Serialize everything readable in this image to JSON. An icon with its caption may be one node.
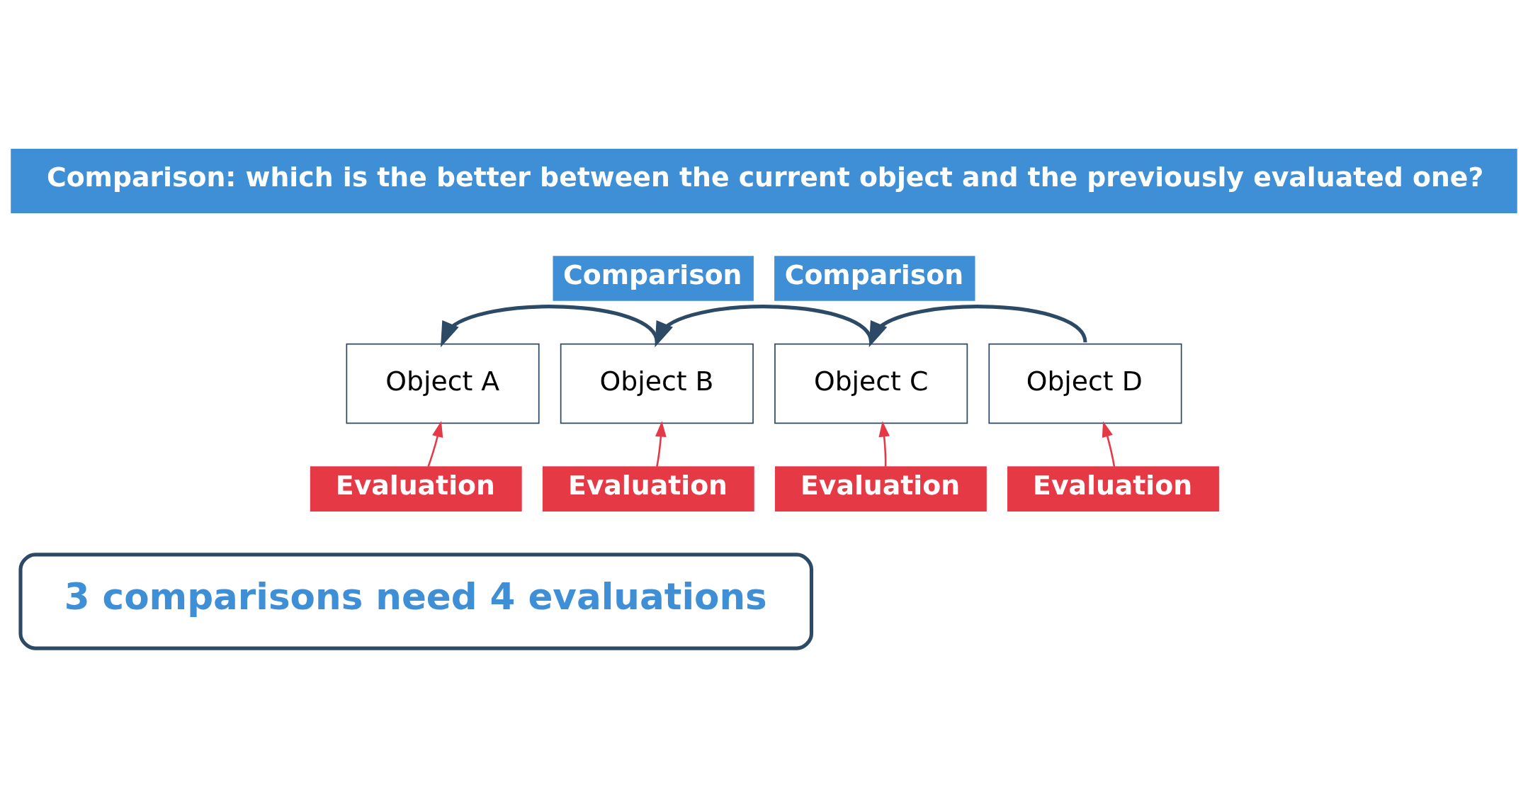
{
  "diagram": {
    "nodes": [
      {
        "text": [
          "Comparison: which is the better between the current object and the previously evaluated one?"
        ]
      },
      {
        "text": [
          "Comparison"
        ]
      },
      {
        "text": [
          "Comparison"
        ]
      },
      {
        "text": [
          "Object A"
        ]
      },
      {
        "text": [
          "Object B"
        ]
      },
      {
        "text": [
          "Object C"
        ]
      },
      {
        "text": [
          "Object D"
        ]
      },
      {
        "text": [
          "Evaluation"
        ]
      },
      {
        "text": [
          "Evaluation"
        ]
      },
      {
        "text": [
          "Evaluation"
        ]
      },
      {
        "text": [
          "Evaluation"
        ]
      },
      {
        "text": [
          "3 comparisons need 4 evaluations"
        ]
      }
    ],
    "edges": [
      {
        "from": 4,
        "to": 3,
        "arrow": "to",
        "color": "#2c4a66"
      },
      {
        "from": 5,
        "to": 4,
        "arrow": "to",
        "color": "#2c4a66"
      },
      {
        "from": 6,
        "to": 5,
        "arrow": "to",
        "color": "#2c4a66"
      },
      {
        "from": 7,
        "to": 3,
        "arrow": "to",
        "color": "#e63946"
      },
      {
        "from": 8,
        "to": 4,
        "arrow": "to",
        "color": "#e63946"
      },
      {
        "from": 9,
        "to": 5,
        "arrow": "to",
        "color": "#e63946"
      },
      {
        "from": 10,
        "to": 6,
        "arrow": "to",
        "color": "#e63946"
      }
    ]
  }
}
